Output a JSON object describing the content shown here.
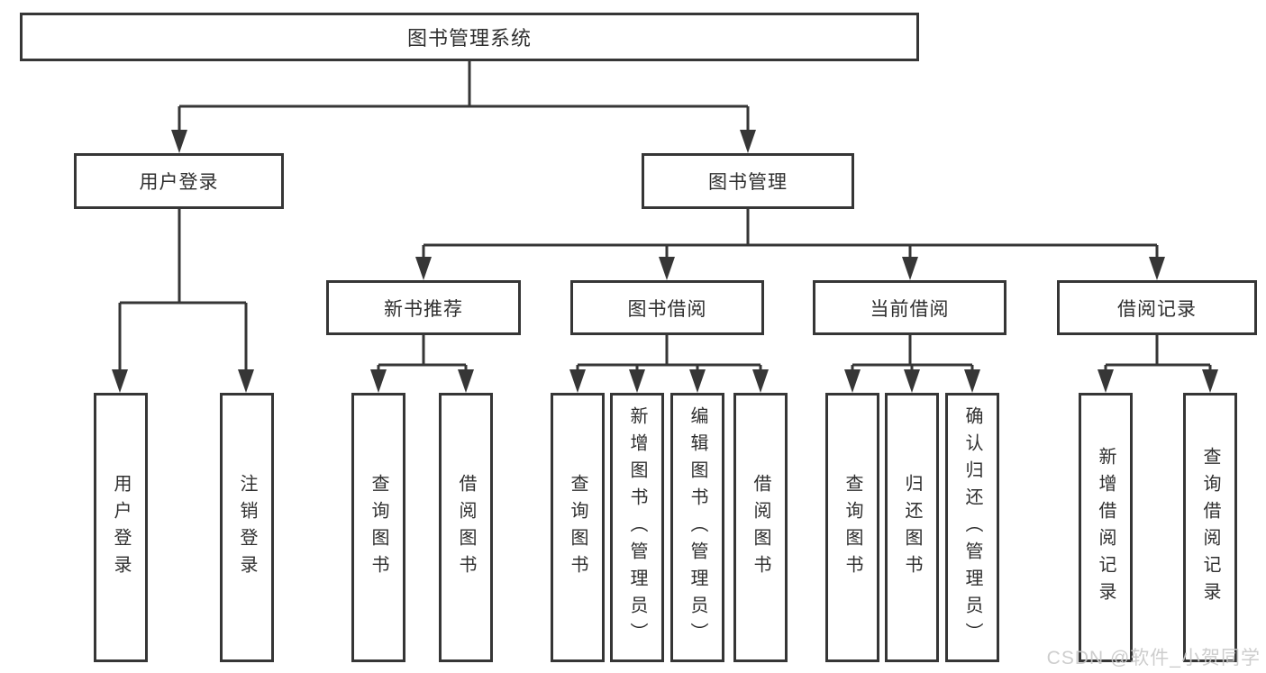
{
  "tree": {
    "root": {
      "label": "图书管理系统"
    },
    "children": [
      {
        "label": "用户登录",
        "children": [
          {
            "label": "用户登录"
          },
          {
            "label": "注销登录"
          }
        ]
      },
      {
        "label": "图书管理",
        "children": [
          {
            "label": "新书推荐",
            "children": [
              {
                "label": "查询图书"
              },
              {
                "label": "借阅图书"
              }
            ]
          },
          {
            "label": "图书借阅",
            "children": [
              {
                "label": "查询图书"
              },
              {
                "label": "新增图书（管理员）"
              },
              {
                "label": "编辑图书（管理员）"
              },
              {
                "label": "借阅图书"
              }
            ]
          },
          {
            "label": "当前借阅",
            "children": [
              {
                "label": "查询图书"
              },
              {
                "label": "归还图书"
              },
              {
                "label": "确认归还（管理员）"
              }
            ]
          },
          {
            "label": "借阅记录",
            "children": [
              {
                "label": "新增借阅记录"
              },
              {
                "label": "查询借阅记录"
              }
            ]
          }
        ]
      }
    ]
  },
  "watermark": {
    "label": "CSDN @软件_小贺同学"
  },
  "colors": {
    "line": "#363636",
    "text": "#2f2f2f",
    "background": "#ffffff",
    "watermark": "#c9c9c9"
  }
}
